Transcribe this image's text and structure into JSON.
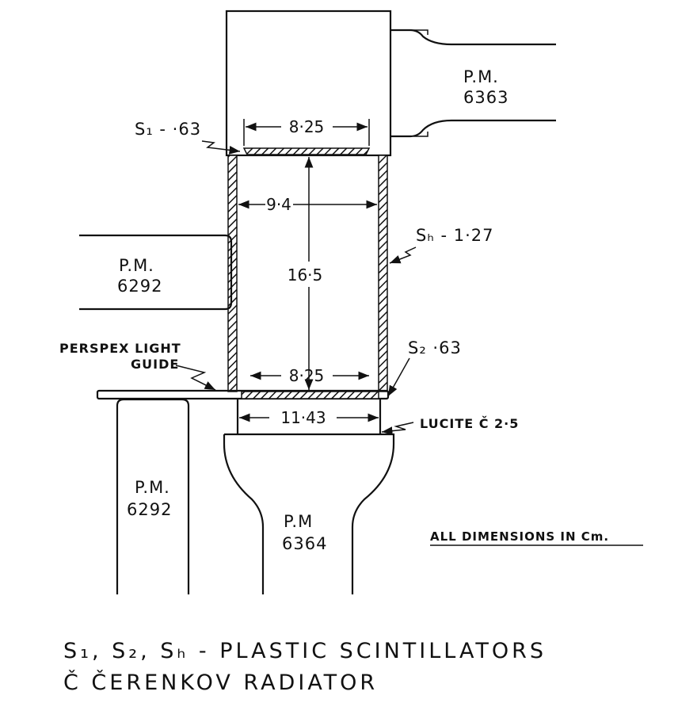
{
  "pm_top": {
    "label": "P.M.",
    "model": "6363"
  },
  "pm_left": {
    "label": "P.M.",
    "model": "6292"
  },
  "pm_lower_left": {
    "label": "P.M.",
    "model": "6292"
  },
  "pm_bottom": {
    "label": "P.M",
    "model": "6364"
  },
  "labels": {
    "s1": "S₁ - ·63",
    "sh": "Sₕ - 1·27",
    "s2": "S₂ ·63",
    "perspex_line1": "PERSPEX LIGHT",
    "perspex_line2": "GUIDE",
    "lucite": "LUCITE Č 2·5",
    "units_note": "ALL DIMENSIONS IN Cm."
  },
  "dimensions": {
    "s1_width": "8·25",
    "inner_width": "9·4",
    "height": "16·5",
    "s2_width": "8·25",
    "lucite_width": "11·43"
  },
  "legend": {
    "line1": "S₁, S₂, Sₕ - PLASTIC SCINTILLATORS",
    "line2": "Č  ČERENKOV RADIATOR"
  }
}
